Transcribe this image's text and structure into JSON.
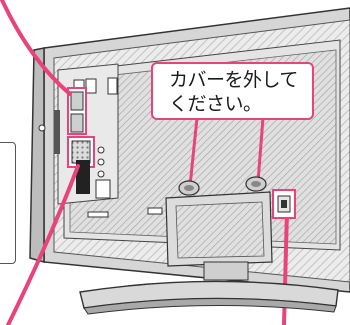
{
  "callout": {
    "line1": "カバーを外して",
    "line2": "ください。"
  },
  "colors": {
    "accent": "#e8437b",
    "tv_body": "#e6e6e6",
    "tv_shadow": "#9a9a9a",
    "outline": "#333333"
  },
  "icons": [
    "screw-cover-left",
    "screw-cover-right",
    "connector-terminal"
  ]
}
